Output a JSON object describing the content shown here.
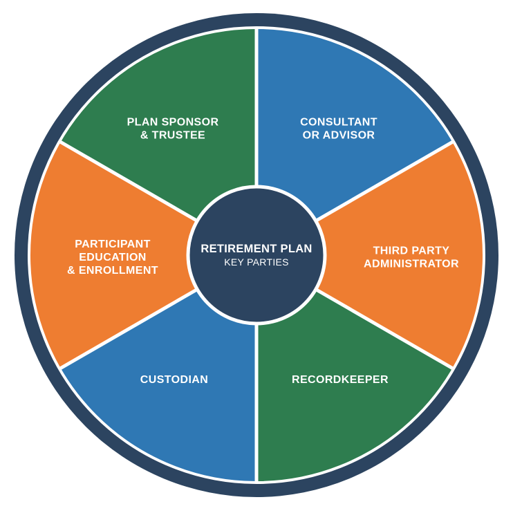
{
  "center": {
    "title": "RETIREMENT PLAN",
    "subtitle": "KEY PARTIES"
  },
  "colors": {
    "ring": "#2c4460",
    "hub": "#2c4460",
    "divider": "#ffffff",
    "green": "#2e7d4f",
    "blue": "#2f78b4",
    "orange": "#ee7d31"
  },
  "segments": [
    {
      "lines": [
        "CONSULTANT",
        "OR ADVISOR"
      ],
      "color": "blue"
    },
    {
      "lines": [
        "THIRD PARTY",
        "ADMINISTRATOR"
      ],
      "color": "orange"
    },
    {
      "lines": [
        "RECORDKEEPER"
      ],
      "color": "green"
    },
    {
      "lines": [
        "CUSTODIAN"
      ],
      "color": "blue"
    },
    {
      "lines": [
        "PARTICIPANT",
        "EDUCATION",
        "& ENROLLMENT"
      ],
      "color": "orange"
    },
    {
      "lines": [
        "PLAN SPONSOR",
        "& TRUSTEE"
      ],
      "color": "green"
    }
  ]
}
